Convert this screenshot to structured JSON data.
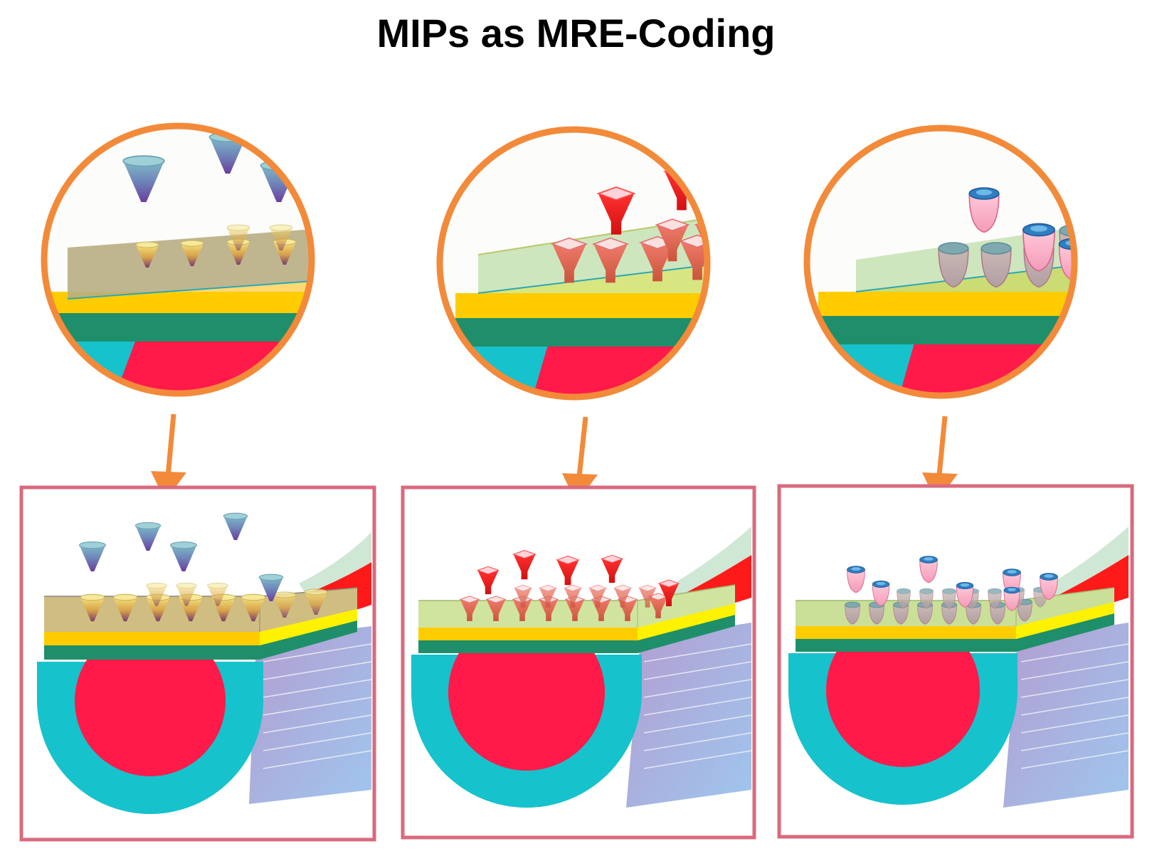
{
  "title": "MIPs as MRE-Coding",
  "colors": {
    "circle_border": "#F28A3A",
    "panel_border": "#D96A7E",
    "arrow": "#F28A3A",
    "fiber_core": "#FF1744",
    "fiber_cladding": "#16C2CC",
    "fiber_tail": "#A99BD0",
    "layer_gold": "#FFCC00",
    "layer_teal": "#1E8F6A",
    "film_left": "#A9A99A",
    "film_green": "#C9E3B7",
    "ribbon_red": "#FF1A1A",
    "ribbon_green": "#CFE7D5"
  },
  "panels": [
    {
      "id": "panel-1",
      "receptor": "cone",
      "film": "gray",
      "template": "blue-cone",
      "cavity": "yellow-cone"
    },
    {
      "id": "panel-2",
      "receptor": "funnel",
      "film": "green",
      "template": "red-funnel",
      "cavity": "orange-funnel"
    },
    {
      "id": "panel-3",
      "receptor": "cup",
      "film": "green",
      "template": "pink-cup",
      "cavity": "gray-cup"
    }
  ]
}
